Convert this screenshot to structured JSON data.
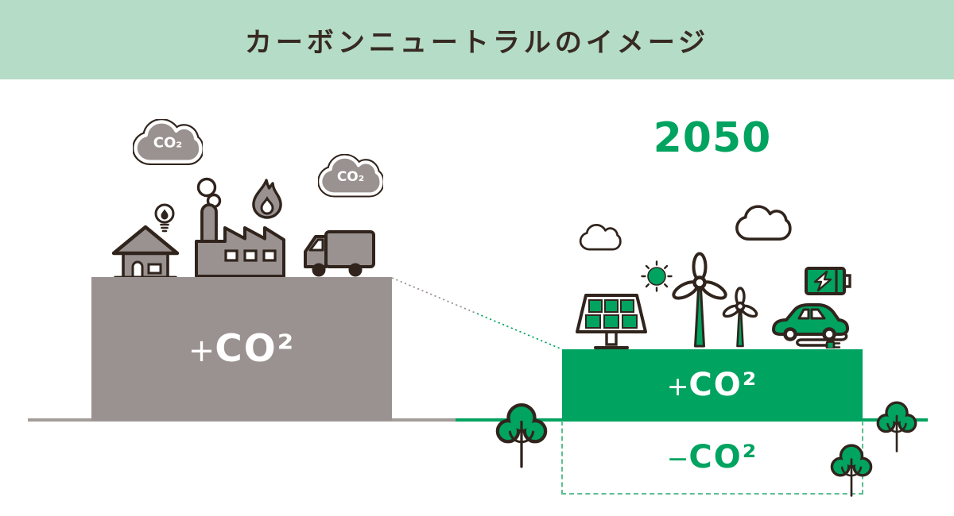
{
  "header": {
    "title": "カーボンニュートラルのイメージ",
    "bg_color": "#b5dcc6"
  },
  "colors": {
    "green": "#00a35f",
    "gray": "#9a9290",
    "outline": "#30241d",
    "dash_green": "#5cbf92",
    "baseline_gray": "#a39d9a",
    "text_dark": "#362a22",
    "white": "#ffffff"
  },
  "left_scene": {
    "cloud1_label": "CO₂",
    "cloud2_label": "CO₂",
    "block": {
      "sign": "+",
      "label": "CO²"
    },
    "icons": [
      "co2-cloud",
      "lightbulb",
      "house",
      "factory",
      "flame",
      "co2-cloud",
      "truck"
    ]
  },
  "right_scene": {
    "year": "2050",
    "block": {
      "sign": "+",
      "label": "CO²"
    },
    "absorption": {
      "sign": "−",
      "label": "CO²"
    },
    "icons": [
      "cloud",
      "sun",
      "solar-panel",
      "wind-turbine",
      "wind-turbine-small",
      "battery",
      "electric-car",
      "tree"
    ]
  }
}
